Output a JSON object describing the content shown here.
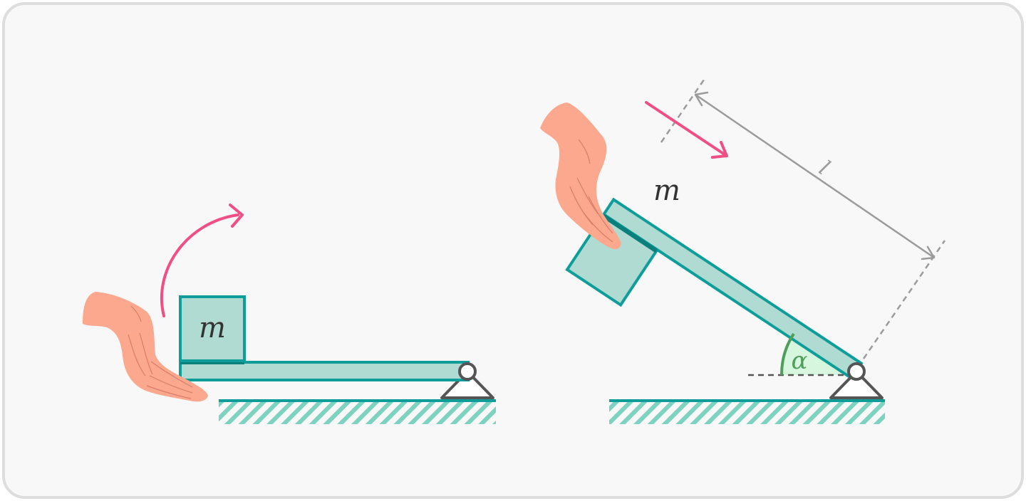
{
  "left_figure": {
    "mass_label": "m"
  },
  "right_figure": {
    "mass_label": "m",
    "length_label": "l",
    "angle_label": "α"
  },
  "colors": {
    "teal_stroke": "#0f9d9a",
    "teal_fill": "#b0dbd2",
    "teal_dark": "#0a7f7b",
    "hatch": "#7dd2c0",
    "pink_arrow": "#f04e84",
    "hand_skin": "#fca88f",
    "hand_line": "#d97c68",
    "gray_line": "#9b9b9b",
    "pivot_stroke": "#555555",
    "angle_green": "#4f9e5e",
    "angle_fill": "#d6f7dd",
    "background": "#f8f8f8",
    "border": "#dddddd"
  }
}
